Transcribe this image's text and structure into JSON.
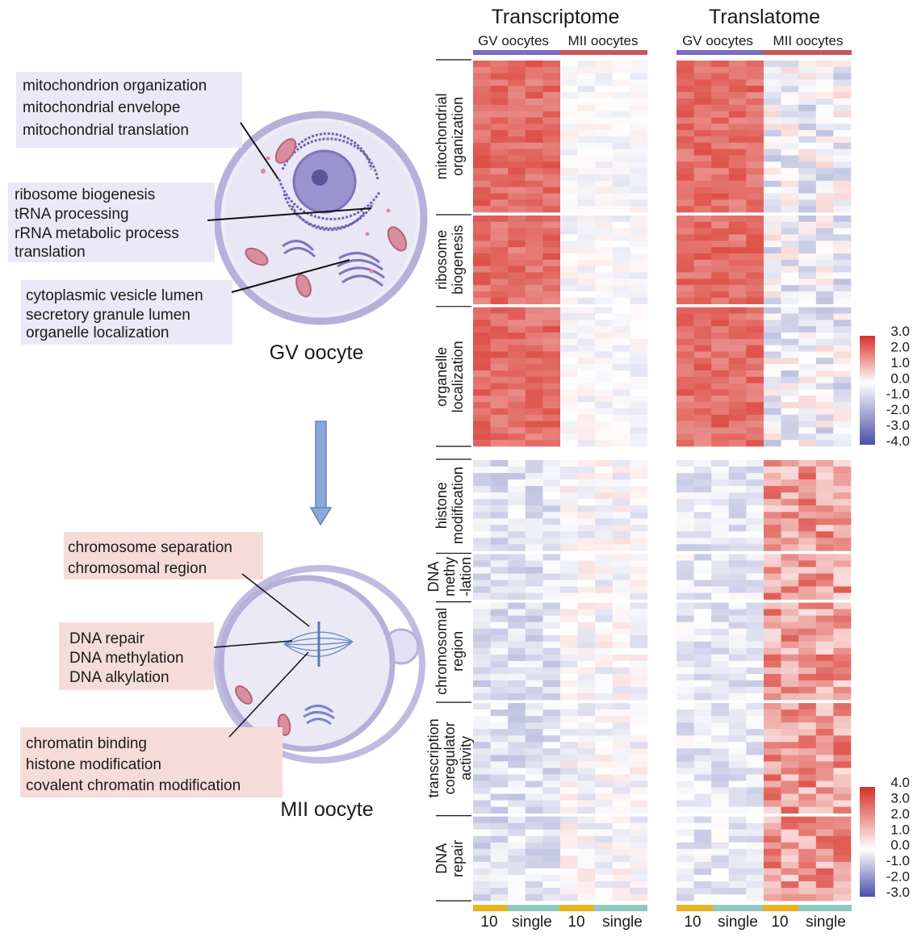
{
  "colors": {
    "high": "#d73027",
    "mid": "#ffffff",
    "low": "#4a4fa8",
    "gv_bar": "#7b6bc2",
    "mii_bar": "#c9575a",
    "bar_10": "#e6b422",
    "bar_single": "#8fc9bf",
    "gv_box": "#ebe9f7",
    "mii_box": "#f6dcd9",
    "cell_fill": "#e6e4f3",
    "cell_stroke": "#b6b0da",
    "nucleus": "#9b93cf",
    "arrow": "#8aa8dc"
  },
  "left_panel": {
    "gv_cell_label": "GV oocyte",
    "mii_cell_label": "MII oocyte",
    "gv_boxes": [
      {
        "lines": [
          "mitochondrion organization",
          "mitochondrial envelope",
          "mitochondrial translation"
        ]
      },
      {
        "lines": [
          "ribosome biogenesis",
          "tRNA processing",
          "rRNA metabolic process",
          "translation"
        ]
      },
      {
        "lines": [
          "cytoplasmic vesicle lumen",
          "secretory granule lumen",
          "organelle localization"
        ]
      }
    ],
    "mii_boxes": [
      {
        "lines": [
          "chromosome separation",
          "chromosomal region"
        ]
      },
      {
        "lines": [
          "DNA repair",
          "DNA methylation",
          "DNA alkylation"
        ]
      },
      {
        "lines": [
          "chromatin binding",
          "histone modification",
          "covalent chromatin modification"
        ]
      }
    ]
  },
  "heatmaps": {
    "panel_titles": [
      "Transcriptome",
      "Translatome"
    ],
    "group_labels": [
      "GV oocytes",
      "MII oocytes"
    ],
    "bottom_labels": [
      "10",
      "single",
      "10",
      "single"
    ],
    "upper_categories": [
      {
        "label": [
          "mitochondrial",
          "organization"
        ],
        "rows": 24
      },
      {
        "label": [
          "ribosome",
          "biogenesis"
        ],
        "rows": 14
      },
      {
        "label": [
          "organelle",
          "localization"
        ],
        "rows": 22
      }
    ],
    "lower_categories": [
      {
        "label": [
          "histone",
          "modification"
        ],
        "rows": 14
      },
      {
        "label": [
          "DNA",
          "methy",
          "-lation"
        ],
        "rows": 7
      },
      {
        "label": [
          "chromosomal",
          "region"
        ],
        "rows": 15
      },
      {
        "label": [
          "transcription",
          "coregulator",
          "activity"
        ],
        "rows": 17
      },
      {
        "label": [
          "DNA",
          "repair"
        ],
        "rows": 13
      }
    ],
    "upper_scale": {
      "ticks": [
        "3.0",
        "2.0",
        "1.0",
        "0.0",
        "-1.0",
        "-2.0",
        "-3.0",
        "-4.0"
      ],
      "max": 3.0,
      "min": -4.0
    },
    "lower_scale": {
      "ticks": [
        "4.0",
        "3.0",
        "2.0",
        "1.0",
        "0.0",
        "-1.0",
        "-2.0",
        "-3.0"
      ],
      "max": 4.0,
      "min": -3.0
    }
  }
}
